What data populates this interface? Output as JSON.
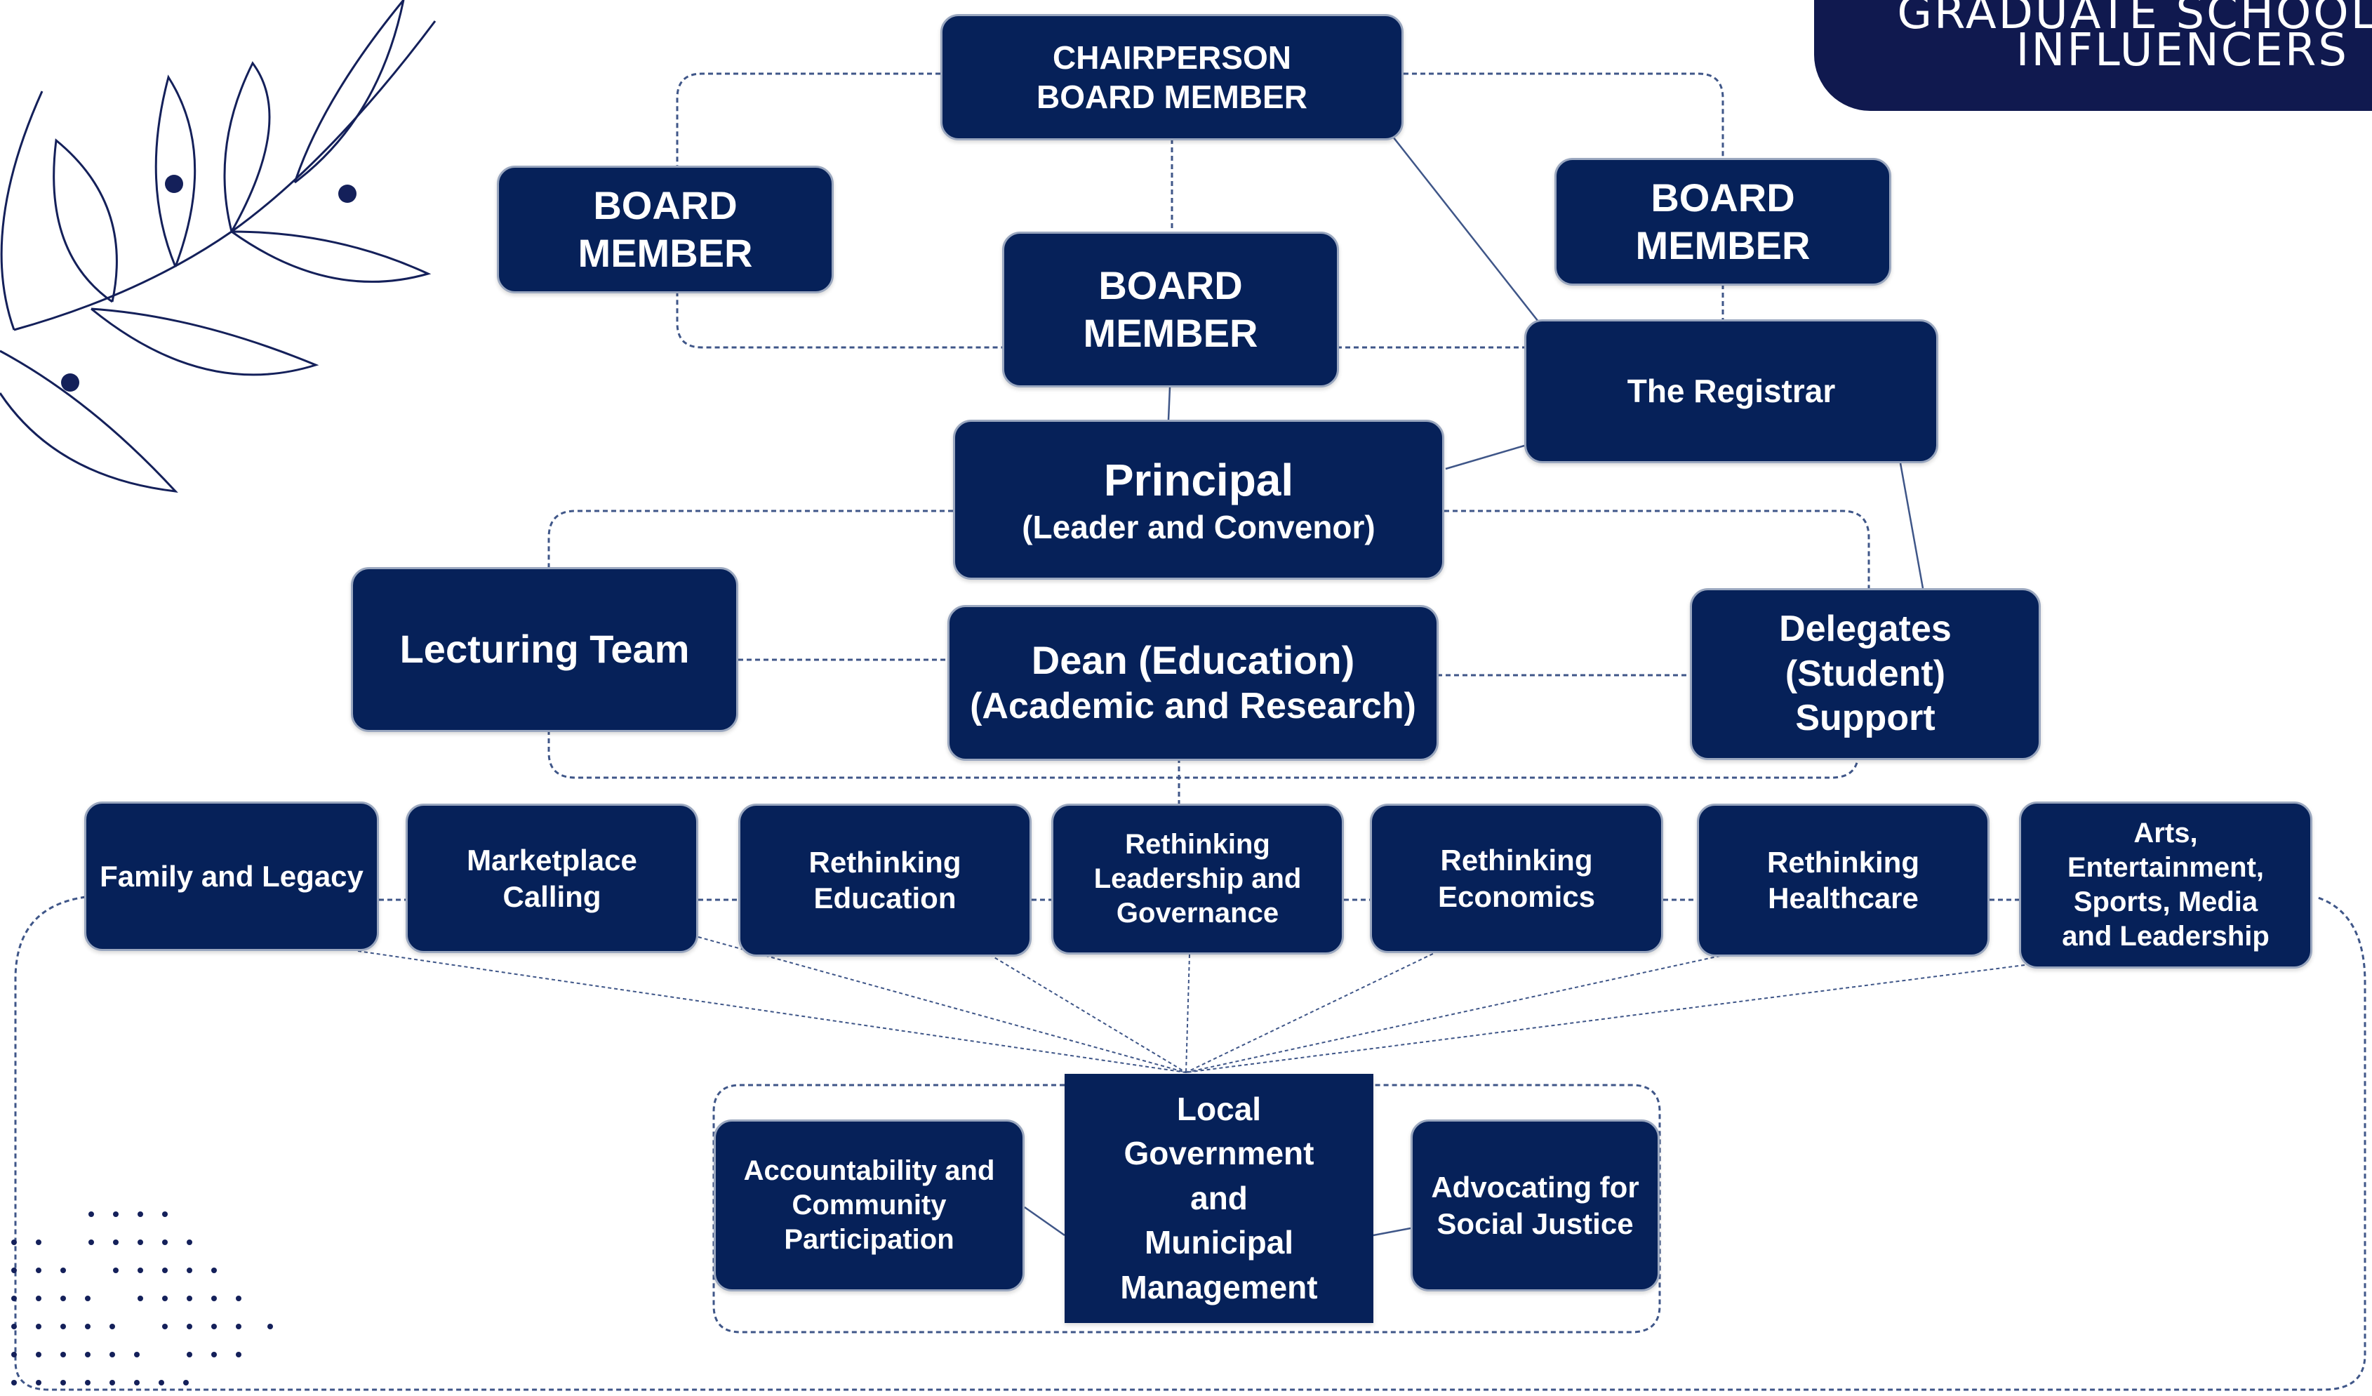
{
  "banner": {
    "line1": "GRADUATE SCHOOL O",
    "line2": "INFLUENCERS"
  },
  "colors": {
    "box_fill": "#062159",
    "banner_fill": "#10194f",
    "connector": "#3f5688"
  },
  "decorations": {
    "leaf": "leaf-branch-icon",
    "dots": "dot-pattern-icon"
  },
  "nodes": {
    "chairperson": {
      "lines": [
        "CHAIRPERSON",
        "BOARD MEMBER"
      ]
    },
    "board_left": {
      "lines": [
        "BOARD",
        "MEMBER"
      ]
    },
    "board_center": {
      "lines": [
        "BOARD",
        "MEMBER"
      ]
    },
    "board_right": {
      "lines": [
        "BOARD",
        "MEMBER"
      ]
    },
    "registrar": {
      "lines": [
        "The Registrar"
      ]
    },
    "principal": {
      "lines": [
        "Principal",
        "(Leader and Convenor)"
      ]
    },
    "lecturing": {
      "lines": [
        "Lecturing Team"
      ]
    },
    "dean": {
      "lines": [
        "Dean (Education)",
        "(Academic and Research)"
      ]
    },
    "delegates": {
      "lines": [
        "Delegates",
        "(Student)",
        "Support"
      ]
    },
    "family": {
      "lines": [
        "Family and Legacy"
      ]
    },
    "marketplace": {
      "lines": [
        "Marketplace",
        "Calling"
      ]
    },
    "education": {
      "lines": [
        "Rethinking",
        "Education"
      ]
    },
    "leadership": {
      "lines": [
        "Rethinking",
        "Leadership and",
        "Governance"
      ]
    },
    "economics": {
      "lines": [
        "Rethinking",
        "Economics"
      ]
    },
    "healthcare": {
      "lines": [
        "Rethinking",
        "Healthcare"
      ]
    },
    "arts": {
      "lines": [
        "Arts,",
        "Entertainment,",
        "Sports, Media",
        "and Leadership"
      ]
    },
    "local_gov": {
      "lines": [
        "Local",
        "Government",
        "and",
        "Municipal",
        "Management"
      ]
    },
    "accountability": {
      "lines": [
        "Accountability and",
        "Community",
        "Participation"
      ]
    },
    "advocating": {
      "lines": [
        "Advocating for",
        "Social Justice"
      ]
    }
  }
}
